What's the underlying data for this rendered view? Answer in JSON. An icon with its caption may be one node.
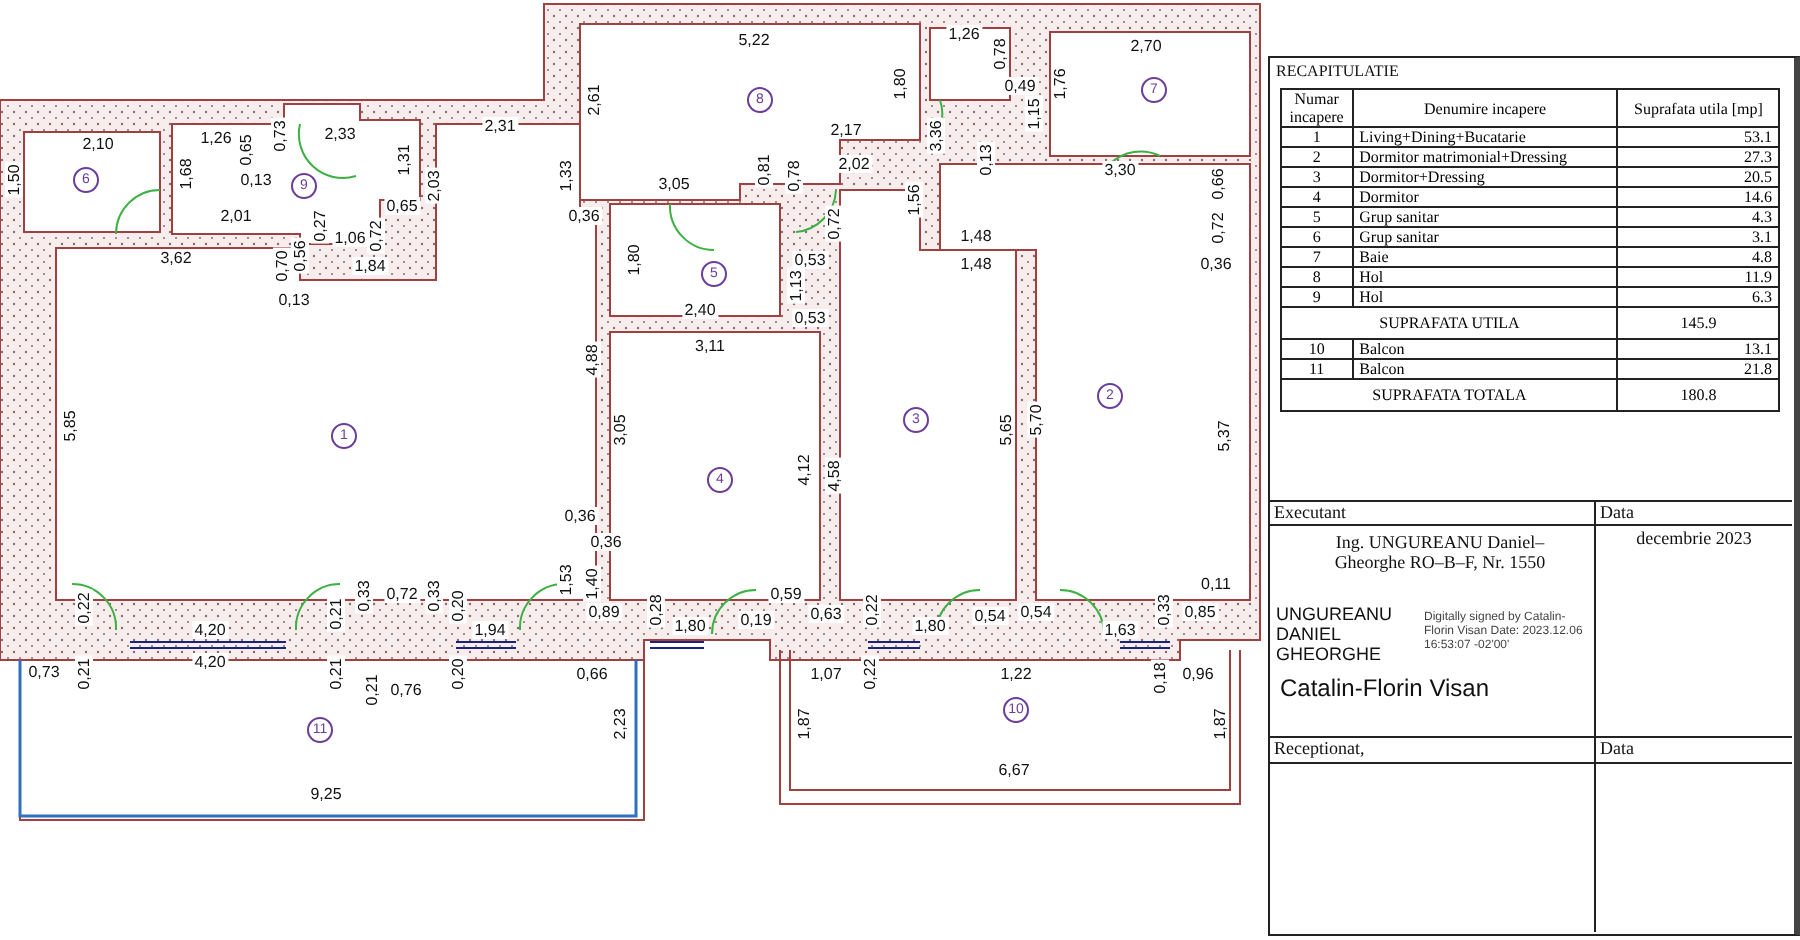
{
  "diagram": {
    "title": "RECAPITULATIE",
    "labels": [
      "5,22",
      "1,26",
      "2,70",
      "0,78",
      "1,80",
      "0,49",
      "1,76",
      "7",
      "2,61",
      "8",
      "1,15",
      "2,10",
      "1,26",
      "0,65",
      "0,73",
      "2,33",
      "2,31",
      "2,17",
      "3,36",
      "1,50",
      "6",
      "1,68",
      "0,13",
      "9",
      "1,31",
      "2,03",
      "1,33",
      "3,05",
      "0,81",
      "0,78",
      "2,02",
      "0,13",
      "3,30",
      "0,66",
      "2,01",
      "0,27",
      "1,06",
      "0,72",
      "0,65",
      "0,36",
      "0,72",
      "1,56",
      "1,48",
      "0,72",
      "3,62",
      "0,70",
      "0,56",
      "1,84",
      "1,80",
      "5",
      "0,53",
      "1,48",
      "0,36",
      "1,13",
      "0,13",
      "2,40",
      "0,53",
      "3,11",
      "4,88",
      "5,85",
      "1",
      "3,05",
      "3",
      "5,65",
      "5,70",
      "2",
      "5,37",
      "4",
      "4,12",
      "4,58",
      "0,36",
      "0,36",
      "0,22",
      "0,21",
      "0,33",
      "0,72",
      "0,33",
      "0,20",
      "1,53",
      "1,40",
      "0,89",
      "0,28",
      "0,19",
      "0,59",
      "0,63",
      "0,22",
      "0,54",
      "0,54",
      "0,33",
      "0,85",
      "0,11",
      "4,20",
      "1,94",
      "1,80",
      "1,80",
      "1,63",
      "0,73",
      "0,21",
      "4,20",
      "0,21",
      "0,21",
      "0,76",
      "0,20",
      "0,66",
      "1,07",
      "0,22",
      "1,22",
      "0,18",
      "0,96",
      "11",
      "2,23",
      "1,87",
      "10",
      "1,87",
      "6,67",
      "9,25",
      "Numar incapere",
      "Denumire incapere",
      "Suprafata utila [mp]",
      "1",
      "Living+Dining+Bucatarie",
      "53.1",
      "2",
      "Dormitor matrimonial+Dressing",
      "27.3",
      "3",
      "Dormitor+Dressing",
      "20.5",
      "4",
      "Dormitor",
      "14.6",
      "5",
      "Grup sanitar",
      "4.3",
      "6",
      "Grup sanitar",
      "3.1",
      "7",
      "Baie",
      "4.8",
      "8",
      "Hol",
      "11.9",
      "9",
      "Hol",
      "6.3",
      "SUPRAFATA UTILA",
      "145.9",
      "10",
      "Balcon",
      "13.1",
      "11",
      "Balcon",
      "21.8",
      "SUPRAFATA TOTALA",
      "180.8",
      "Executant",
      "Data",
      "Ing. UNGUREANU Daniel–Gheorghe RO–B–F, Nr. 1550",
      "decembrie 2023",
      "UNGUREANU DANIEL GHEORGHE",
      "Digitally signed by Catalin-Florin Visan Date: 2023.12.06 16:53:07 -02'00'",
      "Catalin-Florin Visan",
      "Receptionat,",
      "Data"
    ]
  }
}
